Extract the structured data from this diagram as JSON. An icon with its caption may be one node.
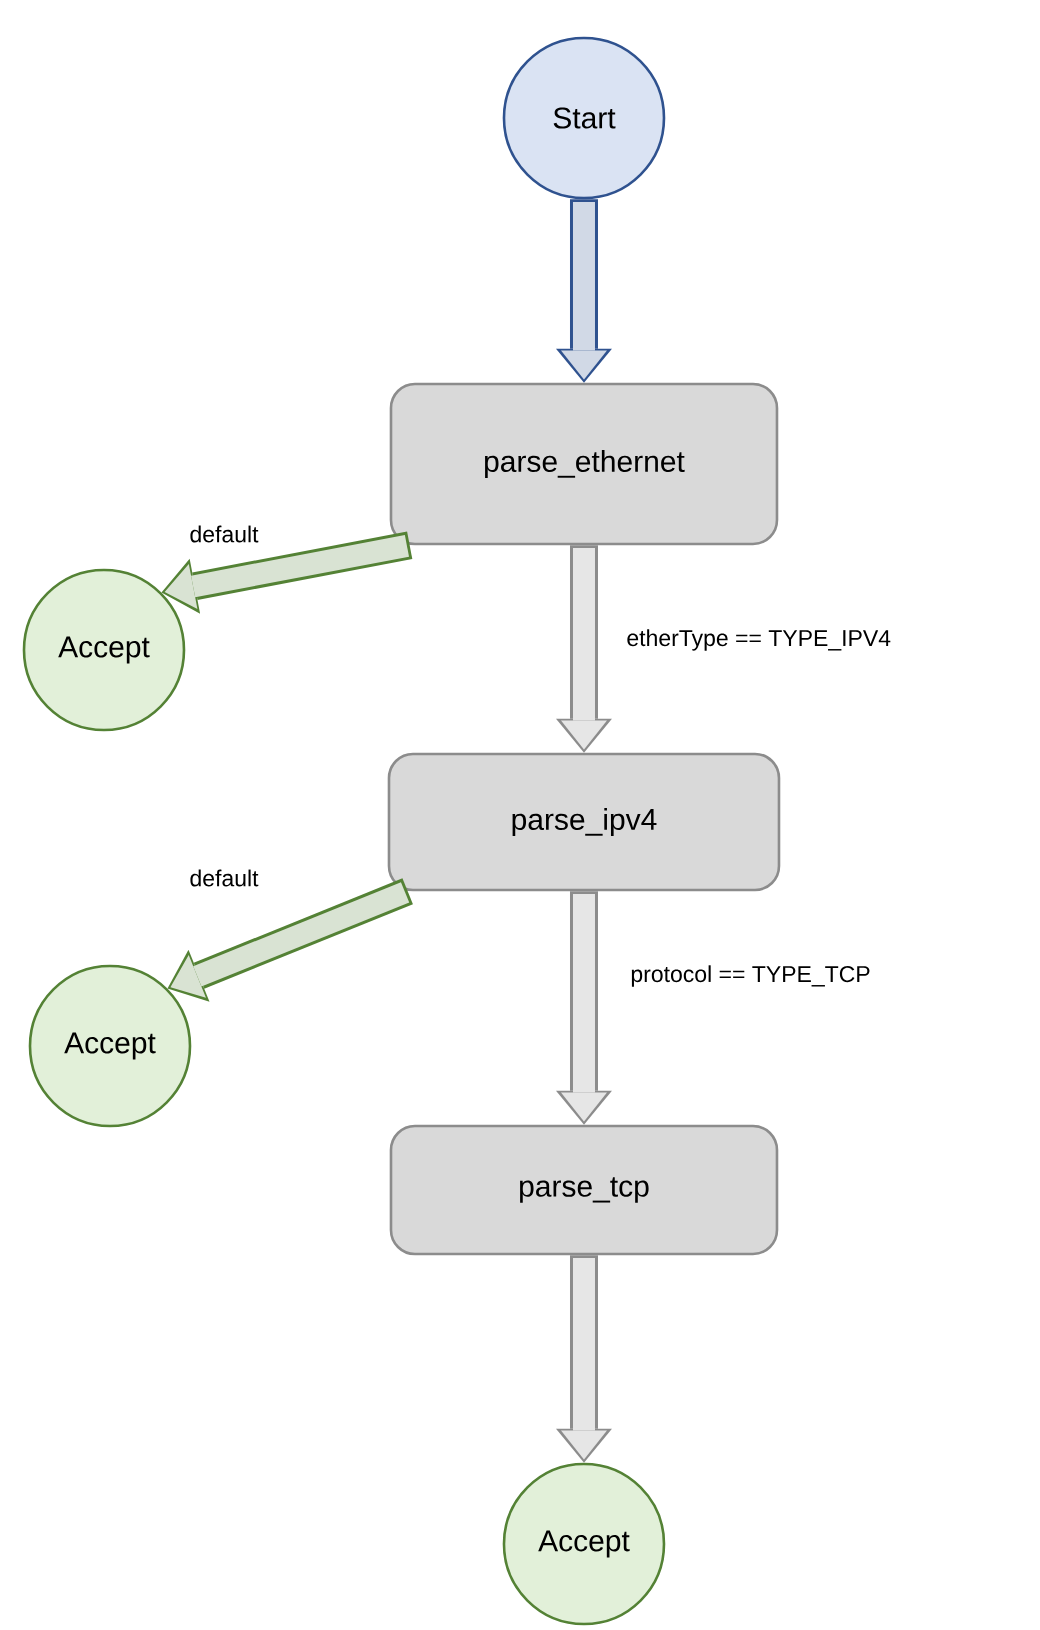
{
  "diagram": {
    "nodes": [
      {
        "text": [
          "Start"
        ]
      },
      {
        "text": [
          "parse_ethernet"
        ]
      },
      {
        "text": [
          "Accept"
        ]
      },
      {
        "text": [
          "parse_ipv4"
        ]
      },
      {
        "text": [
          "Accept"
        ]
      },
      {
        "text": [
          "parse_tcp"
        ]
      },
      {
        "text": [
          "Accept"
        ]
      }
    ],
    "edges": [
      {
        "from": 0,
        "to": 1,
        "arrow": "to",
        "color": "#2f528f"
      },
      {
        "from": 1,
        "to": 2,
        "arrow": "to",
        "label": "default",
        "color": "#548235"
      },
      {
        "from": 1,
        "to": 3,
        "arrow": "to",
        "label": "etherType == TYPE_IPV4"
      },
      {
        "from": 3,
        "to": 4,
        "arrow": "to",
        "label": "default",
        "color": "#548235"
      },
      {
        "from": 3,
        "to": 5,
        "arrow": "to",
        "label": "protocol == TYPE_TCP"
      },
      {
        "from": 5,
        "to": 6,
        "arrow": "to"
      }
    ]
  }
}
